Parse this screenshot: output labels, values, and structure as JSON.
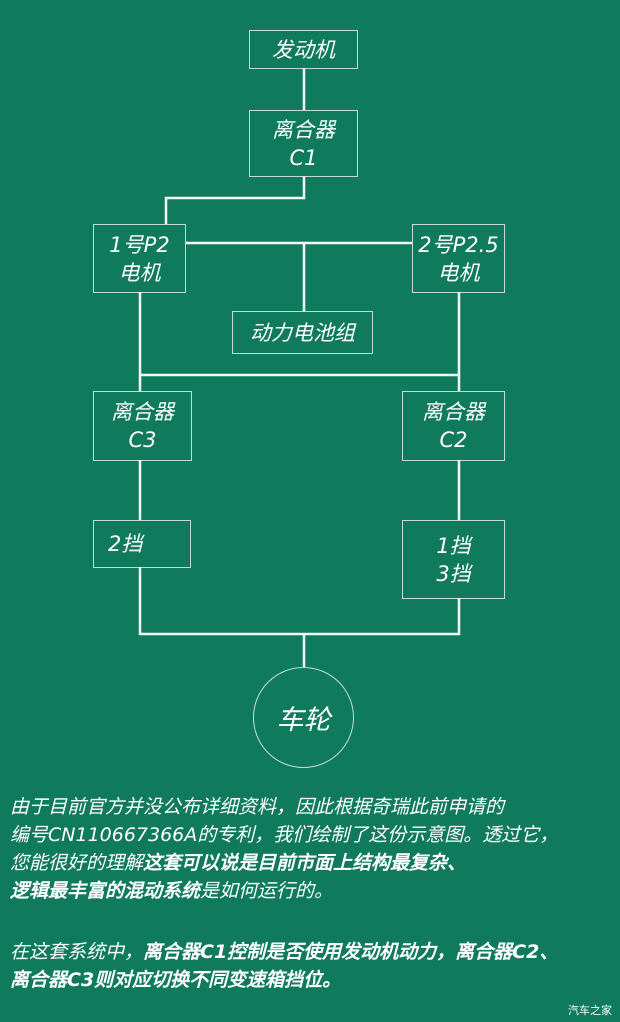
{
  "diagram": {
    "engine": "发动机",
    "clutch_c1": [
      "离合器",
      "C1"
    ],
    "motor_p2": [
      "1号P2",
      "电机"
    ],
    "motor_p25": [
      "2号P2.5",
      "电机"
    ],
    "battery": "动力电池组",
    "clutch_c3": [
      "离合器",
      "C3"
    ],
    "clutch_c2": [
      "离合器",
      "C2"
    ],
    "gear_2": "2挡",
    "gear_13": [
      "1挡",
      "3挡"
    ],
    "wheel": "车轮"
  },
  "caption": {
    "p1_line1": "由于目前官方并没公布详细资料，因此根据奇瑞此前申请的",
    "p1_line2": "编号CN110667366A的专利，我们绘制了这份示意图。透过它，",
    "p1_line3_normal": "您能很好的理解",
    "p1_line3_bold": "这套可以说是目前市面上结构最复杂、",
    "p1_line4_bold": "逻辑最丰富的混动系统",
    "p1_line4_normal": "是如何运行的。",
    "p2_line1_normal": "在这套系统中，",
    "p2_line1_bold": "离合器C1控制是否使用发动机动力，离合器C2、",
    "p2_line2_bold": "离合器C3则对应切换不同变速箱挡位。"
  },
  "watermark": "汽车之家",
  "colors": {
    "background": "#0f7a5c",
    "line": "#ffffff"
  }
}
